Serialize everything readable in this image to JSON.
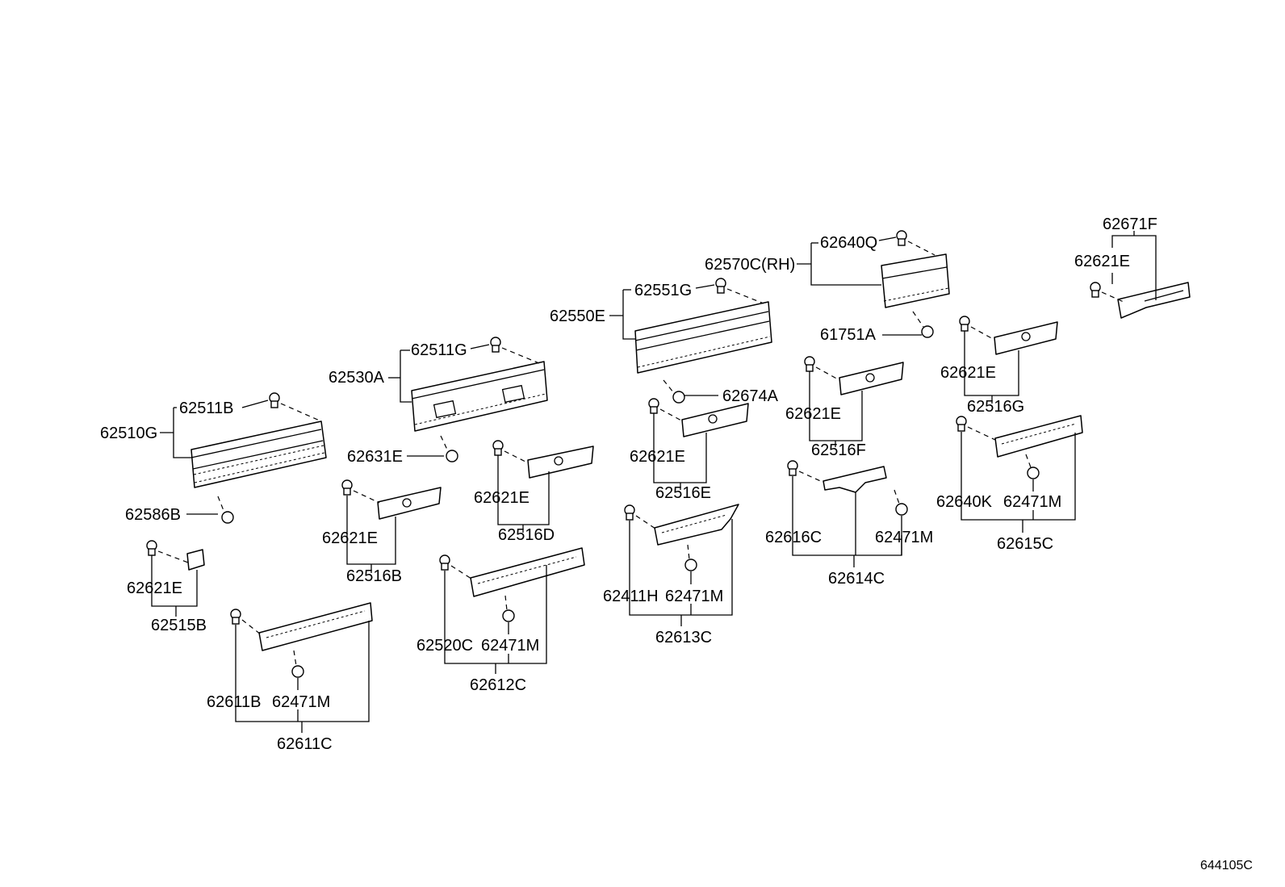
{
  "figure_ref": "644105C",
  "labels": {
    "p62510G": "62510G",
    "p62511B": "62511B",
    "p62586B": "62586B",
    "p62530A": "62530A",
    "p62511G": "62511G",
    "p62631E": "62631E",
    "p62550E": "62550E",
    "p62551G": "62551G",
    "p62674A": "62674A",
    "p62570C": "62570C(RH)",
    "p62640Q": "62640Q",
    "p61751A": "61751A",
    "p62671F": "62671F",
    "p62621E_tr": "62621E",
    "p62621E_a": "62621E",
    "p62515B": "62515B",
    "p62621E_b": "62621E",
    "p62516B": "62516B",
    "p62621E_c": "62621E",
    "p62516D": "62516D",
    "p62621E_d": "62621E",
    "p62516E": "62516E",
    "p62621E_e": "62621E",
    "p62516F": "62516F",
    "p62621E_f": "62621E",
    "p62516G": "62516G",
    "p62611B": "62611B",
    "p62471M_a": "62471M",
    "p62611C": "62611C",
    "p62520C": "62520C",
    "p62471M_b": "62471M",
    "p62612C": "62612C",
    "p62411H": "62411H",
    "p62471M_c": "62471M",
    "p62613C": "62613C",
    "p62616C": "62616C",
    "p62471M_d": "62471M",
    "p62614C": "62614C",
    "p62640K": "62640K",
    "p62471M_e": "62471M",
    "p62615C": "62615C"
  },
  "icons": {
    "clip": "push-clip-icon",
    "cap": "round-cap-icon"
  }
}
